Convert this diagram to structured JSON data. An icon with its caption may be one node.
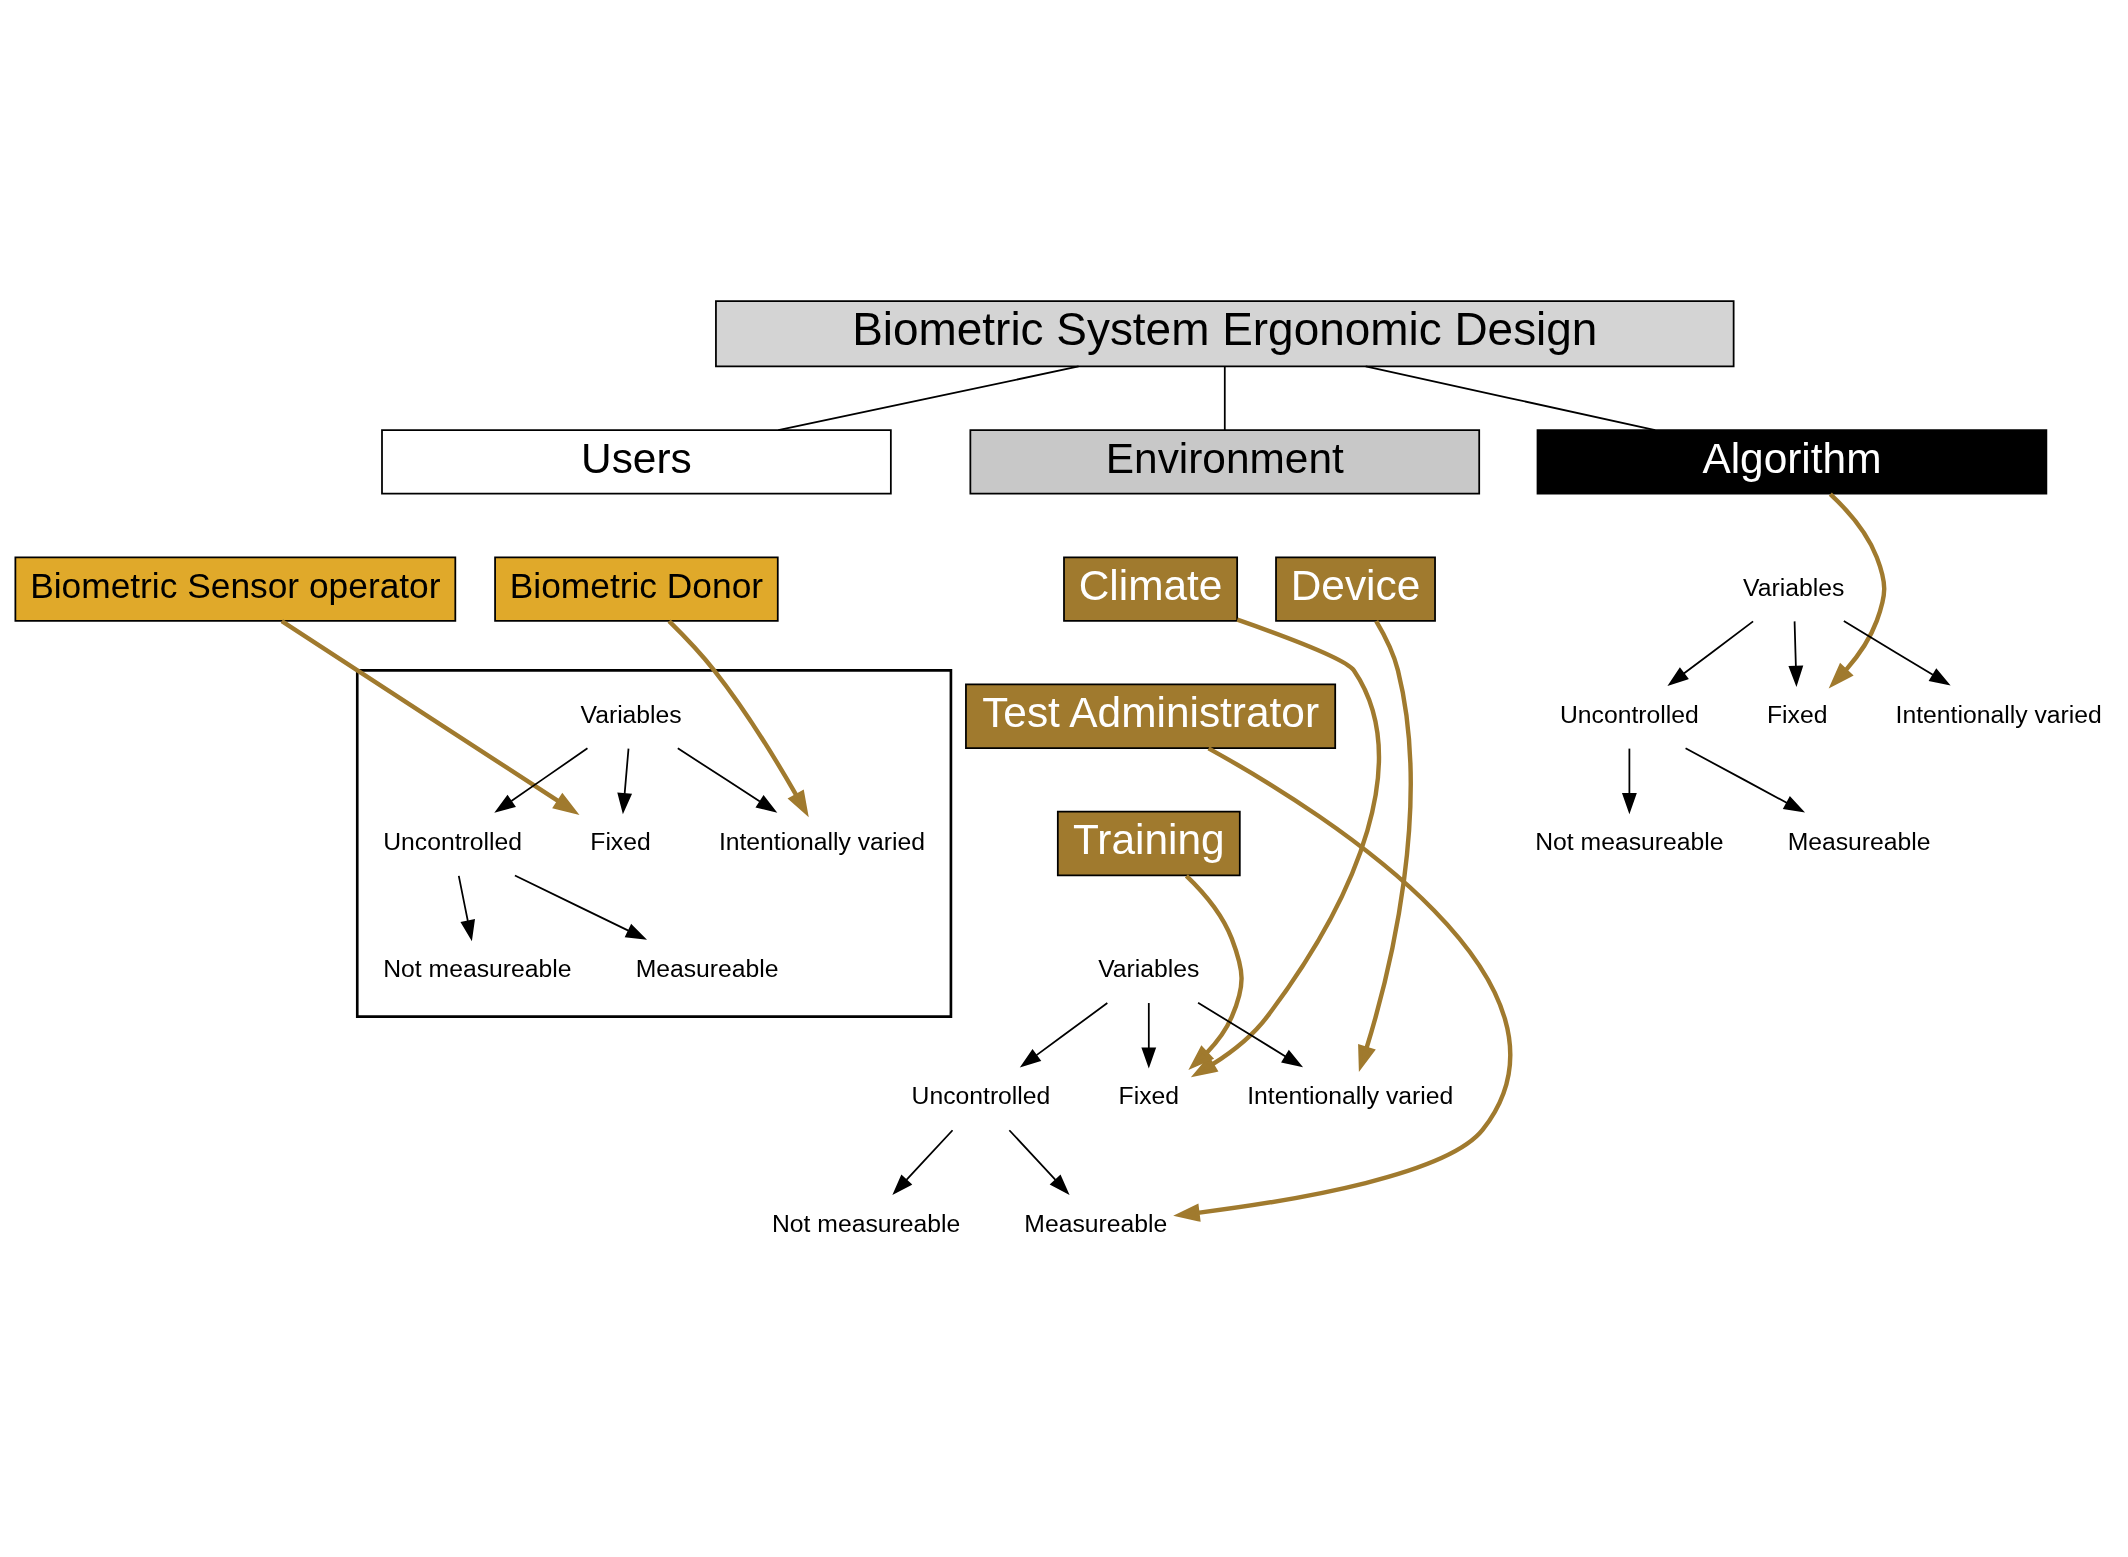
{
  "diagram": {
    "nodes": [
      {
        "text": [
          "Biometric System Ergonomic Design"
        ]
      },
      {
        "text": [
          "Users"
        ]
      },
      {
        "text": [
          "Environment"
        ]
      },
      {
        "text": [
          "Algorithm"
        ]
      },
      {
        "text": [
          "Biometric Sensor operator"
        ]
      },
      {
        "text": [
          "Biometric Donor"
        ]
      },
      {
        "text": [],
        "shape": "box"
      },
      {
        "text": [
          "Variables"
        ],
        "in": 6
      },
      {
        "text": [
          "Uncontrolled"
        ],
        "in": 6
      },
      {
        "text": [
          "Fixed"
        ],
        "in": 6
      },
      {
        "text": [
          "Intentionally varied"
        ],
        "in": 6
      },
      {
        "text": [
          "Not measureable"
        ],
        "in": 6
      },
      {
        "text": [
          "Measureable"
        ],
        "in": 6
      },
      {
        "text": [
          "Climate"
        ]
      },
      {
        "text": [
          "Device"
        ]
      },
      {
        "text": [
          "Test Administrator"
        ]
      },
      {
        "text": [
          "Training"
        ]
      },
      {
        "text": [
          "Variables"
        ]
      },
      {
        "text": [
          "Uncontrolled"
        ]
      },
      {
        "text": [
          "Fixed"
        ]
      },
      {
        "text": [
          "Intentionally varied"
        ]
      },
      {
        "text": [
          "Not measureable"
        ]
      },
      {
        "text": [
          "Measureable"
        ]
      },
      {
        "text": [
          "Variables"
        ]
      },
      {
        "text": [
          "Uncontrolled"
        ]
      },
      {
        "text": [
          "Fixed"
        ]
      },
      {
        "text": [
          "Intentionally varied"
        ]
      },
      {
        "text": [
          "Not measureable"
        ]
      },
      {
        "text": [
          "Measureable"
        ]
      }
    ],
    "edges": [
      {
        "from": 0,
        "to": 1,
        "arrow": "none"
      },
      {
        "from": 0,
        "to": 2,
        "arrow": "none"
      },
      {
        "from": 0,
        "to": 3,
        "arrow": "none"
      },
      {
        "from": 7,
        "to": 8,
        "arrow": "to"
      },
      {
        "from": 7,
        "to": 9,
        "arrow": "to"
      },
      {
        "from": 7,
        "to": 10,
        "arrow": "to"
      },
      {
        "from": 8,
        "to": 11,
        "arrow": "to"
      },
      {
        "from": 8,
        "to": 12,
        "arrow": "to"
      },
      {
        "from": 17,
        "to": 18,
        "arrow": "to"
      },
      {
        "from": 17,
        "to": 19,
        "arrow": "to"
      },
      {
        "from": 17,
        "to": 20,
        "arrow": "to"
      },
      {
        "from": 18,
        "to": 21,
        "arrow": "to"
      },
      {
        "from": 18,
        "to": 22,
        "arrow": "to"
      },
      {
        "from": 23,
        "to": 24,
        "arrow": "to"
      },
      {
        "from": 23,
        "to": 25,
        "arrow": "to"
      },
      {
        "from": 23,
        "to": 26,
        "arrow": "to"
      },
      {
        "from": 24,
        "to": 27,
        "arrow": "to"
      },
      {
        "from": 24,
        "to": 28,
        "arrow": "to"
      },
      {
        "from": 4,
        "to": 9,
        "arrow": "to",
        "color": "#a07a2e"
      },
      {
        "from": 5,
        "to": 10,
        "arrow": "to",
        "color": "#a07a2e"
      },
      {
        "from": 13,
        "to": 19,
        "arrow": "to",
        "color": "#a07a2e"
      },
      {
        "from": 16,
        "to": 19,
        "arrow": "to",
        "color": "#a07a2e"
      },
      {
        "from": 15,
        "to": 22,
        "arrow": "to",
        "color": "#a07a2e"
      },
      {
        "from": 14,
        "to": 20,
        "arrow": "to",
        "color": "#a07a2e"
      },
      {
        "from": 3,
        "to": 25,
        "arrow": "to",
        "color": "#a07a2e"
      }
    ]
  }
}
